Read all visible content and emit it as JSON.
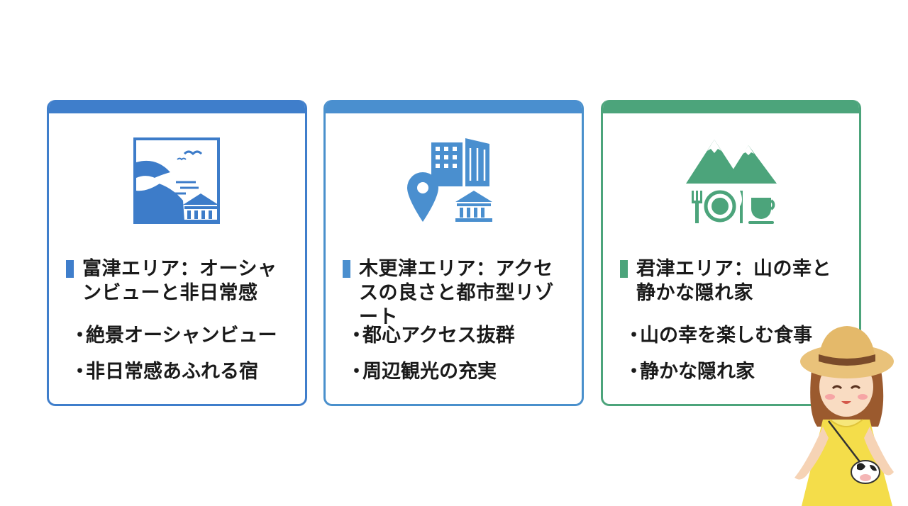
{
  "colors": {
    "kazusa_blue": "#3f7ecb",
    "kisarazu_blue": "#4a8fcf",
    "kimitsu_green": "#4ca47b"
  },
  "cards": [
    {
      "icon": "ocean-view-hotel-icon",
      "title": "富津エリア：オーシャンビューと非日常感",
      "bullets": [
        "絶景オーシャンビュー",
        "非日常感あふれる宿"
      ]
    },
    {
      "icon": "city-building-location-icon",
      "title": "木更津エリア：アクセスの良さと都市型リゾート",
      "bullets": [
        "都心アクセス抜群",
        "周辺観光の充実"
      ]
    },
    {
      "icon": "mountain-dining-icon",
      "title": "君津エリア：山の幸と静かな隠れ家",
      "bullets": [
        "山の幸を楽しむ食事",
        "静かな隠れ家"
      ]
    }
  ],
  "mascot": "girl-with-straw-hat-illustration"
}
